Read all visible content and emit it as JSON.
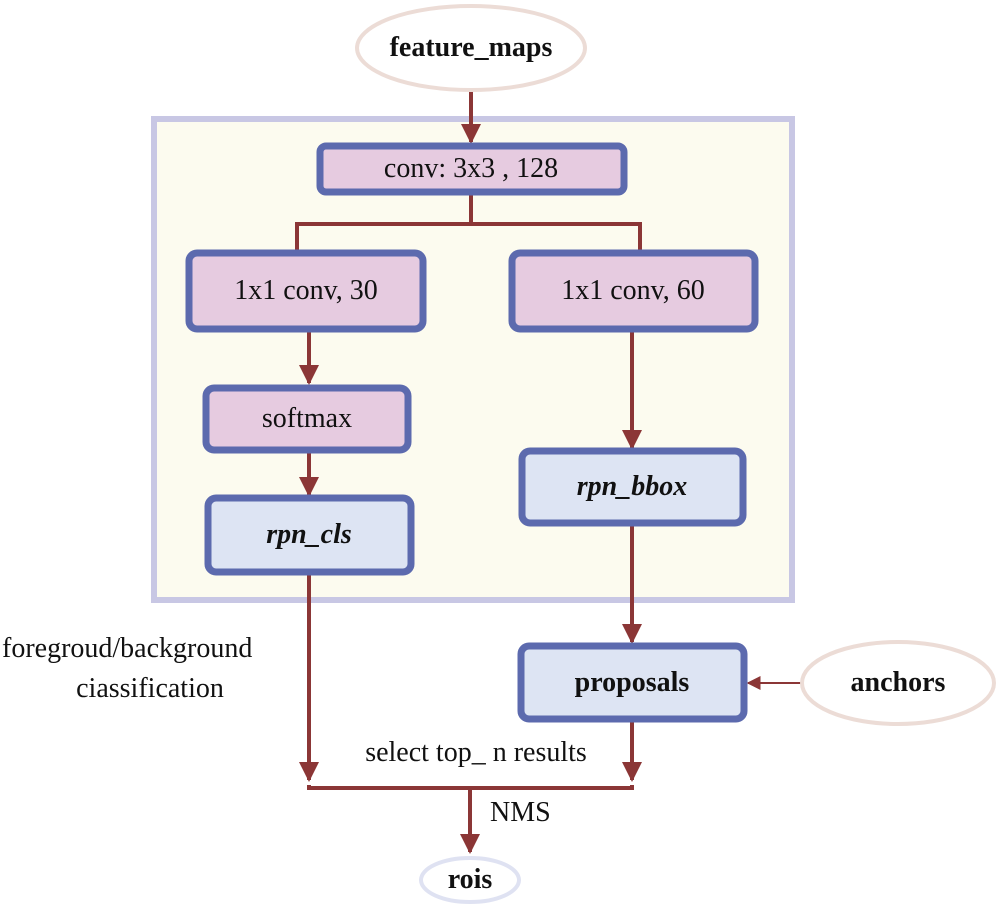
{
  "diagram": {
    "nodes": {
      "feature_maps": "feature_maps",
      "conv": "conv: 3x3 , 128",
      "conv_cls": "1x1 conv, 30",
      "conv_bbox": "1x1 conv, 60",
      "softmax": "softmax",
      "rpn_cls": "rpn_cls",
      "rpn_bbox": "rpn_bbox",
      "proposals": "proposals",
      "anchors": "anchors",
      "rois": "rois"
    },
    "annotations": {
      "classification_line1": "foregroud/background",
      "classification_line2": "ciassification",
      "select_top_n": "select top_ n results",
      "nms": "NMS"
    },
    "colors": {
      "arrow": "#8b3636",
      "box_border": "#5c6aae",
      "conv_fill": "#e6cbe0",
      "output_fill": "#dde4f3",
      "container_fill": "#fcfbef",
      "container_border": "#c8c7e4",
      "ellipse_fill": "#ffffff",
      "ellipse_border": "#ecdcd6"
    }
  }
}
